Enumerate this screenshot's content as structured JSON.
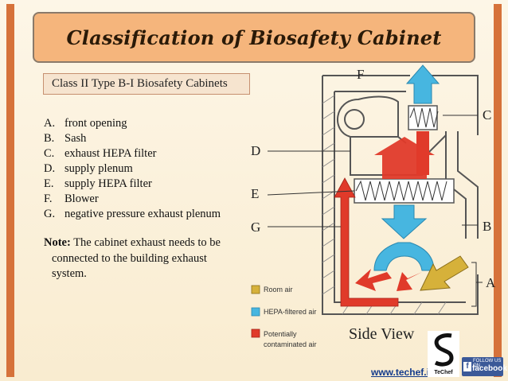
{
  "title": "Classification of Biosafety Cabinet",
  "subtitle": "Class II Type B-I Biosafety Cabinets",
  "components": [
    {
      "letter": "A.",
      "text": "front opening"
    },
    {
      "letter": "B.",
      "text": "Sash"
    },
    {
      "letter": "C.",
      "text": "exhaust HEPA filter"
    },
    {
      "letter": "D.",
      "text": "supply plenum"
    },
    {
      "letter": "E.",
      "text": "supply HEPA filter"
    },
    {
      "letter": "F.",
      "text": "Blower"
    },
    {
      "letter": "G.",
      "text": "negative pressure exhaust plenum"
    }
  ],
  "note": {
    "label": "Note:",
    "line1": " The cabinet exhaust needs to be",
    "line2": "connected to the building exhaust",
    "line3": "system."
  },
  "diagram": {
    "labels": {
      "A": "A",
      "B": "B",
      "C": "C",
      "D": "D",
      "E": "E",
      "F": "F",
      "G": "G"
    },
    "legend": {
      "room_air": "Room air",
      "hepa_air": "HEPA-filtered air",
      "contaminated_line1": "Potentially",
      "contaminated_line2": "contaminated air"
    },
    "view_label": "Side View",
    "colors": {
      "room_air": "#d6b13a",
      "hepa_air": "#47b6e0",
      "contaminated": "#e03a2a"
    }
  },
  "footer": {
    "url": "www.techef.in",
    "logo_text": "TeChef",
    "fb_line1": "FOLLOW US ON",
    "fb_line2": "facebook"
  }
}
